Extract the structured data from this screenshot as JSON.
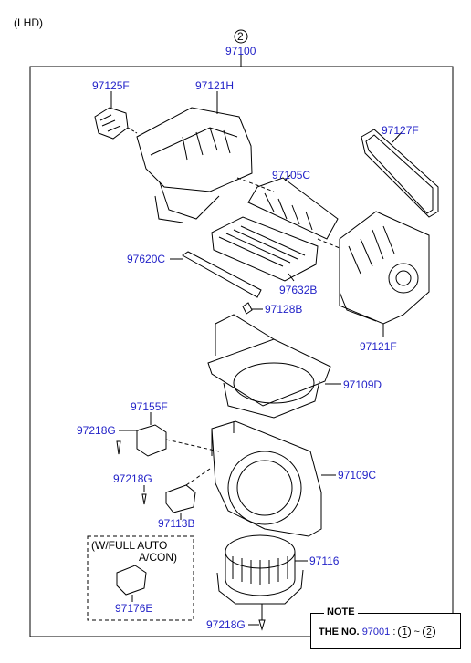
{
  "header": {
    "variant": "(LHD)",
    "group_circle": "2",
    "assembly_number": "97100"
  },
  "parts": {
    "p97125F": "97125F",
    "p97121H": "97121H",
    "p97127F": "97127F",
    "p97105C": "97105C",
    "p97620C": "97620C",
    "p97632B": "97632B",
    "p97128B": "97128B",
    "p97121F": "97121F",
    "p97109D": "97109D",
    "p97155F": "97155F",
    "p97218G_a": "97218G",
    "p97109C": "97109C",
    "p97218G_b": "97218G",
    "p97113B": "97113B",
    "p97116": "97116",
    "p97176E": "97176E",
    "p97218G_c": "97218G"
  },
  "option_box": {
    "line1": "(W/FULL AUTO",
    "line2": "A/CON)"
  },
  "note": {
    "title": "NOTE",
    "label": "THE NO.",
    "number": "97001",
    "separator": ":",
    "from": "1",
    "dash": "~",
    "to": "2"
  },
  "colors": {
    "part_label": "#2323c8",
    "line_art": "#000000"
  }
}
